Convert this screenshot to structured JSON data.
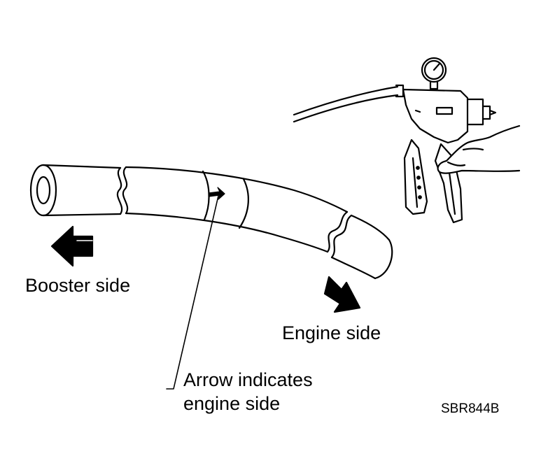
{
  "labels": {
    "booster_side": "Booster side",
    "engine_side": "Engine side",
    "arrow_indicates_line1": "Arrow indicates",
    "arrow_indicates_line2": "engine side",
    "figure_code": "SBR844B"
  },
  "icons": {
    "booster_direction": "arrow-left-icon",
    "engine_direction": "arrow-down-right-icon",
    "hose_marking": "small-arrow-icon",
    "pump": "vacuum-pump-icon",
    "hand": "hand-icon"
  },
  "colors": {
    "line": "#000000",
    "background": "#ffffff"
  }
}
